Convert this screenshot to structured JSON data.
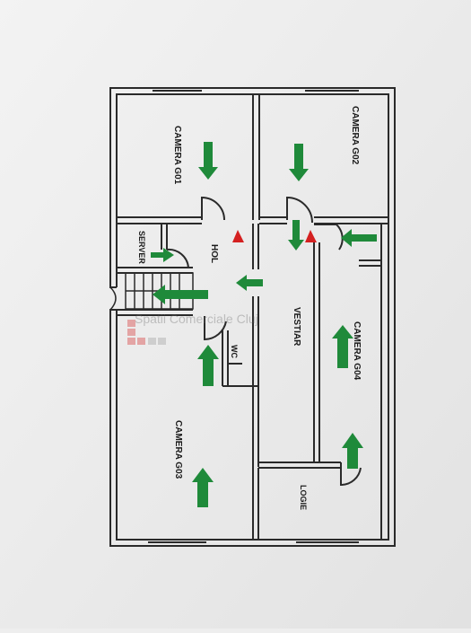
{
  "rooms": {
    "camera_g01": "CAMERA  G01",
    "camera_g02": "CAMERA  G02",
    "camera_g03": "CAMERA  G03",
    "camera_g04": "CAMERA  G04",
    "hol": "HOL",
    "server": "SERVER",
    "vestiar": "VESTIAR",
    "wc": "WC",
    "logie": "LOGIE"
  },
  "watermark": "Spatii Comerciale Cluj",
  "colors": {
    "wall": "#2a2a2a",
    "arrow": "#1f8a3a",
    "warning": "#d42020",
    "paper": "#f6f6f6"
  },
  "icons": {
    "direction": "arrow-icon",
    "hazard": "warning-triangle-icon"
  }
}
